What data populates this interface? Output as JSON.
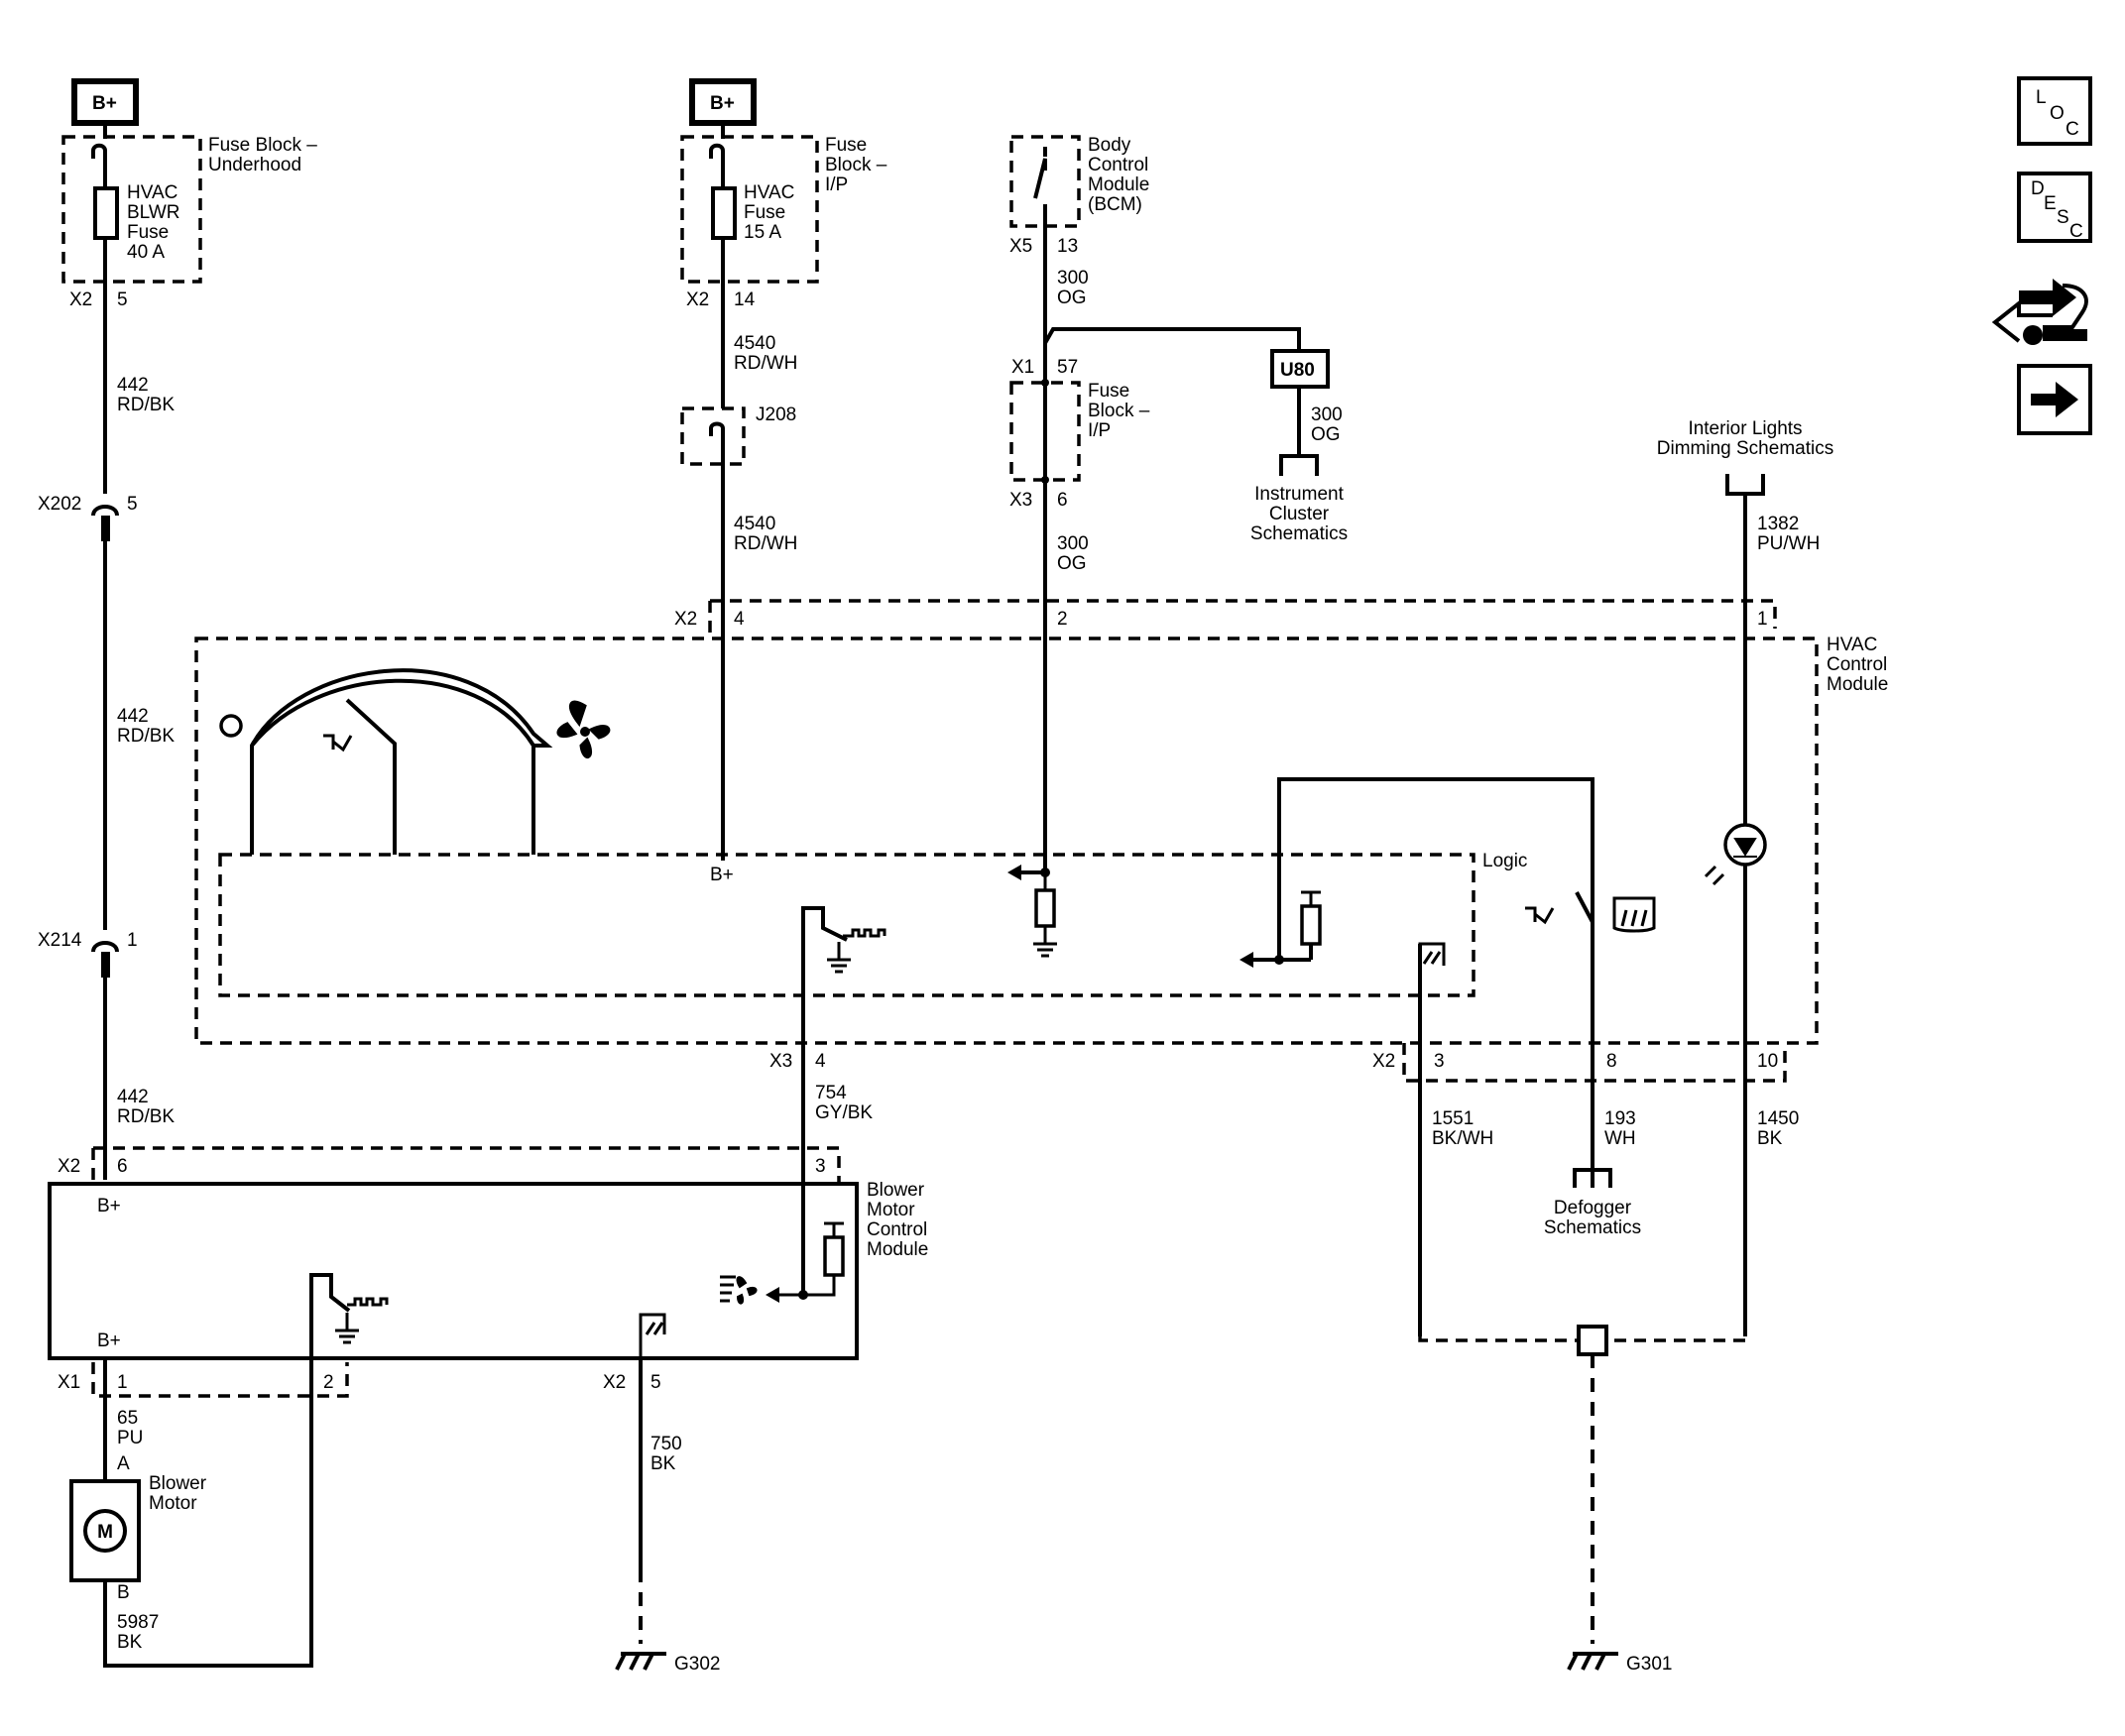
{
  "nav": {
    "loc_letters": [
      "L",
      "O",
      "C"
    ],
    "desc_letters": [
      "D",
      "E",
      "S",
      "C"
    ]
  },
  "power": {
    "bplus": "B+"
  },
  "fuse_underhood": {
    "block": [
      "Fuse Block –",
      "Underhood"
    ],
    "fuse": [
      "HVAC",
      "BLWR",
      "Fuse",
      "40 A"
    ],
    "conn": "X2",
    "pin": "5",
    "wire1": [
      "442",
      "RD/BK"
    ]
  },
  "x202": {
    "conn": "X202",
    "pin": "5"
  },
  "wire442b": [
    "442",
    "RD/BK"
  ],
  "x214": {
    "conn": "X214",
    "pin": "1"
  },
  "wire442c": [
    "442",
    "RD/BK"
  ],
  "fuse_ip": {
    "block": [
      "Fuse",
      "Block –",
      "I/P"
    ],
    "fuse": [
      "HVAC",
      "Fuse",
      "15 A"
    ],
    "conn": "X2",
    "pin": "14",
    "wire1": [
      "4540",
      "RD/WH"
    ],
    "splice": "J208",
    "wire2": [
      "4540",
      "RD/WH"
    ]
  },
  "bcm": {
    "name": [
      "Body",
      "Control",
      "Module",
      "(BCM)"
    ],
    "conn": "X5",
    "pin": "13",
    "wire1": [
      "300",
      "OG"
    ]
  },
  "fuse_ip2": {
    "conn_top": "X1",
    "pin_top": "57",
    "block": [
      "Fuse",
      "Block –",
      "I/P"
    ],
    "conn_bot": "X3",
    "pin_bot": "6",
    "wire": [
      "300",
      "OG"
    ]
  },
  "u80": {
    "label": "U80",
    "wire": [
      "300",
      "OG"
    ],
    "ref": [
      "Instrument",
      "Cluster",
      "Schematics"
    ]
  },
  "interior": {
    "ref": [
      "Interior Lights",
      "Dimming Schematics"
    ],
    "wire": [
      "1382",
      "PU/WH"
    ]
  },
  "hvac": {
    "name": [
      "HVAC",
      "Control",
      "Module"
    ],
    "conn_top": "X2",
    "pin_a": "4",
    "pin_b": "2",
    "pin_c": "1",
    "bplus": "B+",
    "logic": "Logic",
    "conn_x3": "X3",
    "pin_x3": "4",
    "conn_bot": "X2",
    "pin_d": "3",
    "pin_e": "8",
    "pin_f": "10"
  },
  "wire754": [
    "754",
    "GY/BK"
  ],
  "wire1551": [
    "1551",
    "BK/WH"
  ],
  "wire193": [
    "193",
    "WH"
  ],
  "wire1450": [
    "1450",
    "BK"
  ],
  "defogger": [
    "Defogger",
    "Schematics"
  ],
  "bmcm": {
    "name": [
      "Blower",
      "Motor",
      "Control",
      "Module"
    ],
    "conn_top": "X2",
    "pin_6": "6",
    "pin_3": "3",
    "bplus_top": "B+",
    "bplus_bot": "B+",
    "conn_x1": "X1",
    "pin_1": "1",
    "pin_2": "2",
    "conn_x2": "X2",
    "pin_5": "5"
  },
  "motor": {
    "wire65": [
      "65",
      "PU"
    ],
    "term_a": "A",
    "name": [
      "Blower",
      "Motor"
    ],
    "symbol": "M",
    "term_b": "B",
    "wire5987": [
      "5987",
      "BK"
    ]
  },
  "wire750": [
    "750",
    "BK"
  ],
  "grounds": {
    "g302": "G302",
    "g301": "G301"
  }
}
